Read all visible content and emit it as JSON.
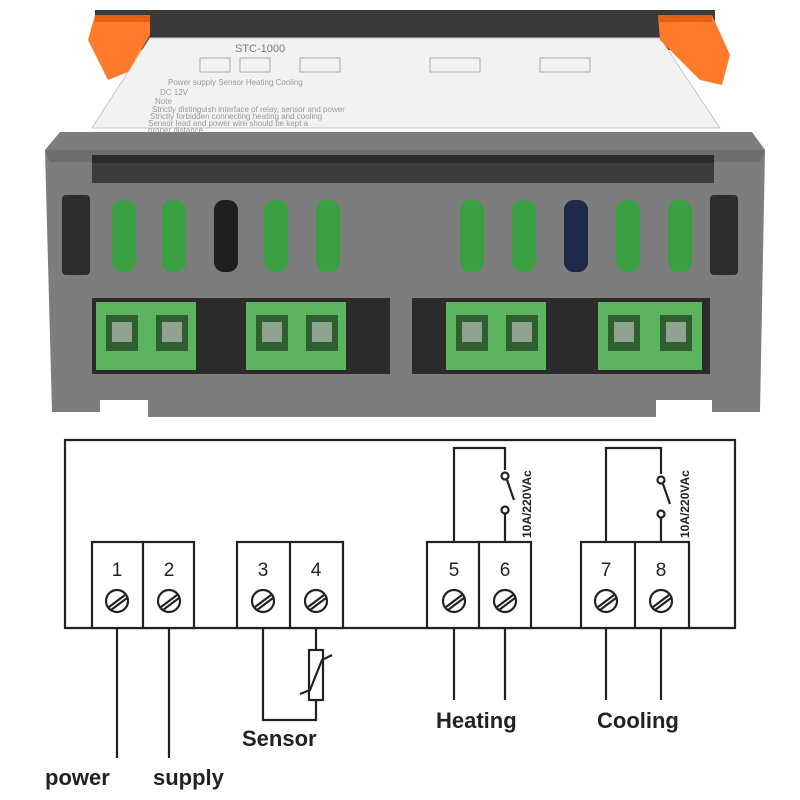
{
  "device": {
    "model": "STC-1000",
    "label_lines": [
      "Power supply   Sensor   Heating   Cooling",
      "DC 12V",
      "Note",
      "Strictly distinguish interface of relay, sensor and power",
      "Strictly forbidden connecting heating and cooling",
      "Sensor lead and power wire should be kept a",
      "proper distance"
    ]
  },
  "terminals": [
    {
      "number": "1"
    },
    {
      "number": "2"
    },
    {
      "number": "3"
    },
    {
      "number": "4"
    },
    {
      "number": "5"
    },
    {
      "number": "6"
    },
    {
      "number": "7"
    },
    {
      "number": "8"
    }
  ],
  "relay_rating": "10A/220VAc",
  "labels": {
    "heating": "Heating",
    "cooling": "Cooling",
    "sensor": "Sensor",
    "power": "power",
    "supply": "supply"
  },
  "colors": {
    "housing": "#7b7b7b",
    "housing_dark": "#5e5e5e",
    "terminal_green": "#5cb55e",
    "clip_orange": "#ff7a2a",
    "line": "#222222"
  }
}
